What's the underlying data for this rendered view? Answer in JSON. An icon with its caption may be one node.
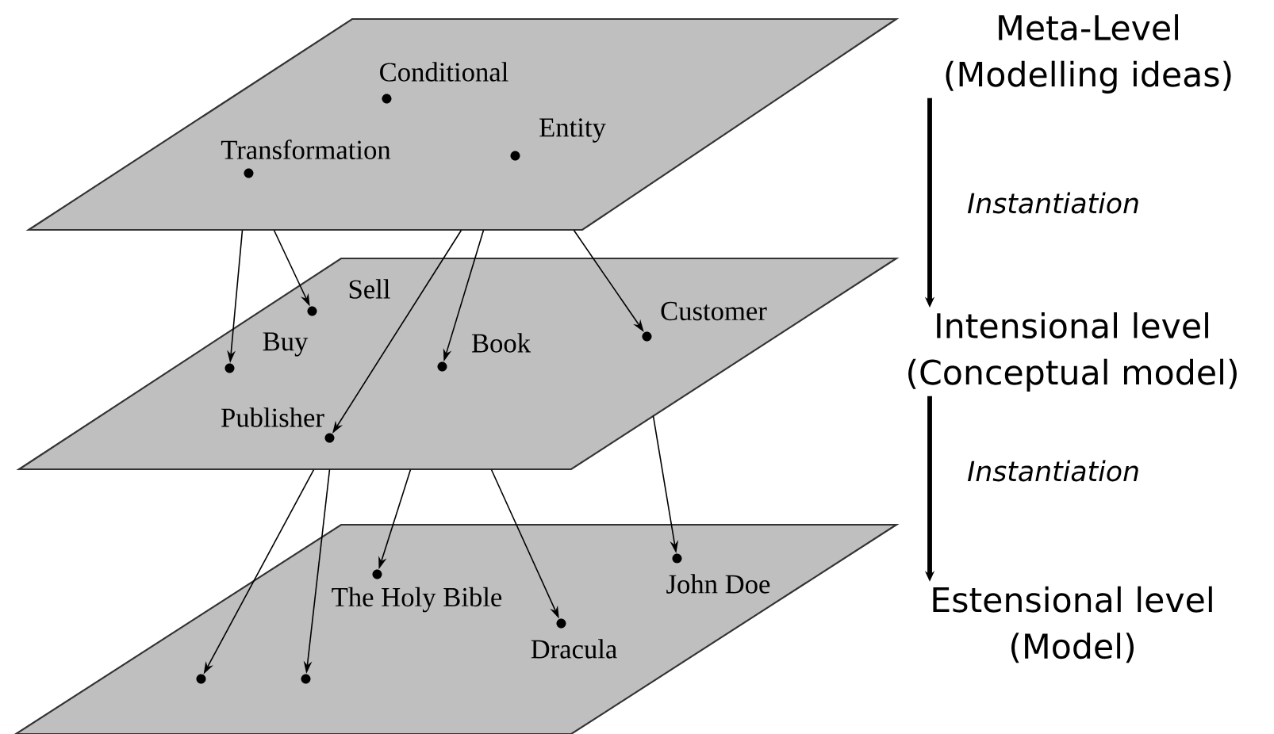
{
  "diagram": {
    "nodes": [
      {
        "text": [],
        "shape": "parallelogram"
      },
      {
        "text": [
          "Conditional"
        ],
        "in": 0
      },
      {
        "text": [
          "Entity"
        ],
        "in": 0
      },
      {
        "text": [
          "Transformation"
        ],
        "in": 0
      },
      {
        "text": [],
        "shape": "parallelogram"
      },
      {
        "text": [
          "Sell"
        ],
        "in": 4
      },
      {
        "text": [
          "Buy"
        ],
        "in": 4
      },
      {
        "text": [
          "Book"
        ],
        "in": 4
      },
      {
        "text": [
          "Customer"
        ],
        "in": 4
      },
      {
        "text": [
          "Publisher"
        ],
        "in": 4
      },
      {
        "text": [],
        "shape": "parallelogram"
      },
      {
        "text": [
          "The Holy Bible"
        ],
        "in": 10
      },
      {
        "text": [
          "John Doe"
        ],
        "in": 10
      },
      {
        "text": [
          "Dracula"
        ],
        "in": 10
      },
      {
        "text": [],
        "shape": "circle",
        "in": 10
      },
      {
        "text": [],
        "shape": "circle",
        "in": 10
      },
      {
        "text": [
          "Meta-Level",
          "(Modelling ideas)"
        ]
      },
      {
        "text": [
          "Intensional level",
          "(Conceptual model)"
        ]
      },
      {
        "text": [
          "Estensional level",
          "(Model)"
        ]
      }
    ],
    "edges": [
      {
        "from": 0,
        "to": 6,
        "arrow": "to"
      },
      {
        "from": 0,
        "to": 5,
        "arrow": "to"
      },
      {
        "from": 0,
        "to": 9,
        "arrow": "to"
      },
      {
        "from": 0,
        "to": 7,
        "arrow": "to"
      },
      {
        "from": 0,
        "to": 8,
        "arrow": "to"
      },
      {
        "from": 4,
        "to": 14,
        "arrow": "to"
      },
      {
        "from": 4,
        "to": 15,
        "arrow": "to"
      },
      {
        "from": 4,
        "to": 11,
        "arrow": "to"
      },
      {
        "from": 4,
        "to": 13,
        "arrow": "to"
      },
      {
        "from": 4,
        "to": 12,
        "arrow": "to"
      },
      {
        "from": 16,
        "to": 17,
        "arrow": "to",
        "label": "Instantiation",
        "style": "thick"
      },
      {
        "from": 17,
        "to": 18,
        "arrow": "to",
        "label": "Instantiation",
        "style": "thick"
      }
    ]
  }
}
